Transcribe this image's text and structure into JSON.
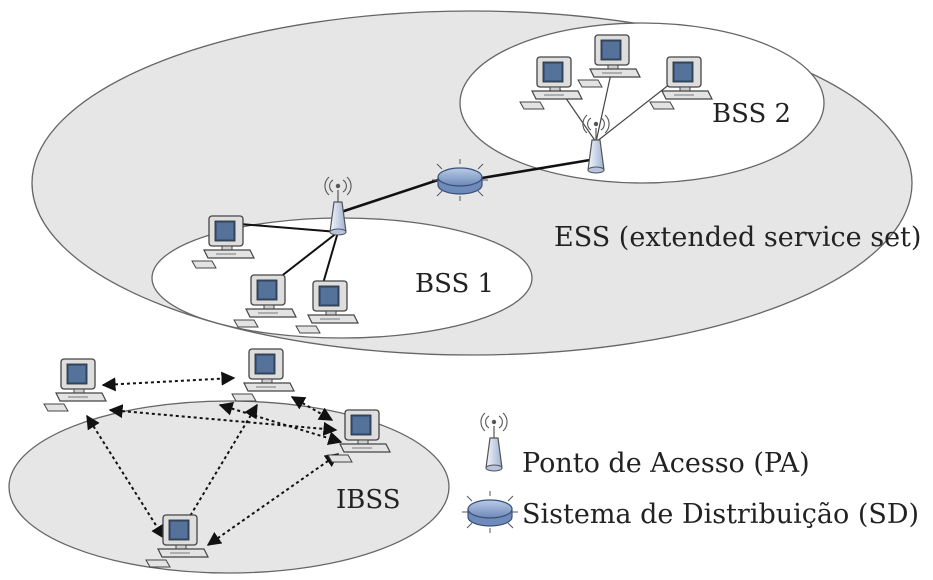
{
  "labels": {
    "ess": "ESS (extended service set)",
    "bss1": "BSS 1",
    "bss2": "BSS 2",
    "ibss": "IBSS"
  },
  "legend": {
    "access_point": "Ponto de Acesso (PA)",
    "distribution_system": "Sistema de Distribuição (SD)"
  },
  "colors": {
    "ess_fill": "#e6e6e6",
    "bss_fill": "#ffffff",
    "ibss_fill": "#e6e6e6",
    "outline": "#666666",
    "ap_fill": "#c9d6ea",
    "ds_fill": "#8fa9d6"
  },
  "icons": {
    "access_point": "wireless-antenna-icon",
    "distribution_system": "hub-disc-icon",
    "station": "desktop-computer-icon"
  }
}
